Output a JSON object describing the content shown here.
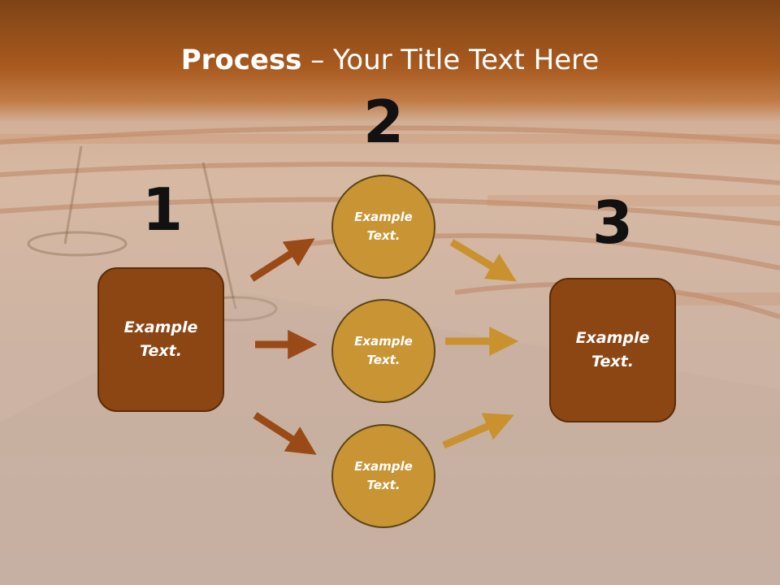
{
  "slide": {
    "title_bold": "Process",
    "title_rest": " – Your Title Text Here"
  },
  "steps": {
    "one": "1",
    "two": "2",
    "three": "3"
  },
  "nodes": {
    "left_box": "Example Text.",
    "circle_top": "Example Text.",
    "circle_middle": "Example Text.",
    "circle_bottom": "Example Text.",
    "right_box": "Example Text."
  },
  "colors": {
    "box_fill": "#8c4614",
    "circle_fill": "#c99434",
    "arrow_brown": "#9a4a17",
    "arrow_gold": "#c9922f",
    "header": "#a85a1f"
  }
}
